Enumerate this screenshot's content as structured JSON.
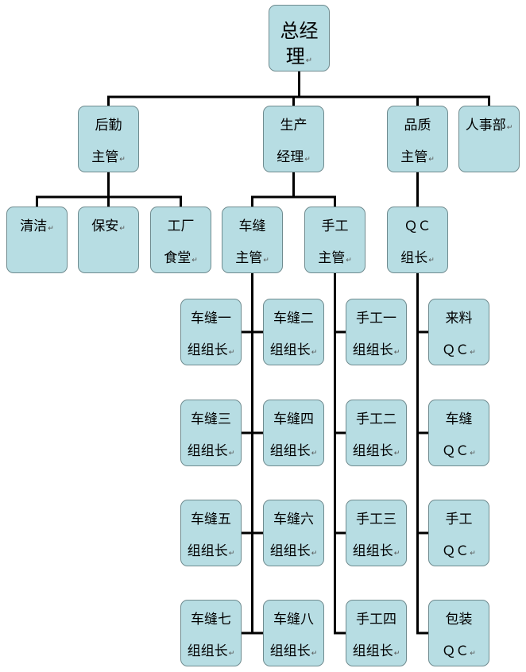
{
  "org_chart": {
    "nodes": {
      "ceo": [
        "总经",
        "理"
      ],
      "logistics_supervisor": [
        "后勤",
        "主管"
      ],
      "production_manager": [
        "生产",
        "经理"
      ],
      "quality_supervisor": [
        "品质",
        "主管"
      ],
      "hr_department": [
        "人事部"
      ],
      "cleaning": [
        "清洁"
      ],
      "security": [
        "保安"
      ],
      "factory_canteen": [
        "工厂",
        "食堂"
      ],
      "sewing_supervisor": [
        "车缝",
        "主管"
      ],
      "handwork_supervisor": [
        "手工",
        "主管"
      ],
      "qc_team_leader": [
        "ＱＣ",
        "组长"
      ],
      "sewing_group_1": [
        "车缝一",
        "组组长"
      ],
      "sewing_group_2": [
        "车缝二",
        "组组长"
      ],
      "sewing_group_3": [
        "车缝三",
        "组组长"
      ],
      "sewing_group_4": [
        "车缝四",
        "组组长"
      ],
      "sewing_group_5": [
        "车缝五",
        "组组长"
      ],
      "sewing_group_6": [
        "车缝六",
        "组组长"
      ],
      "sewing_group_7": [
        "车缝七",
        "组组长"
      ],
      "sewing_group_8": [
        "车缝八",
        "组组长"
      ],
      "handwork_group_1": [
        "手工一",
        "组组长"
      ],
      "handwork_group_2": [
        "手工二",
        "组组长"
      ],
      "handwork_group_3": [
        "手工三",
        "组组长"
      ],
      "handwork_group_4": [
        "手工四",
        "组组长"
      ],
      "incoming_qc": [
        "来料",
        "ＱＣ"
      ],
      "sewing_qc": [
        "车缝",
        "ＱＣ"
      ],
      "handwork_qc": [
        "手工",
        "ＱＣ"
      ],
      "packing_qc": [
        "包装",
        "ＱＣ"
      ]
    },
    "edges": [
      [
        "ceo",
        "logistics_supervisor"
      ],
      [
        "ceo",
        "production_manager"
      ],
      [
        "ceo",
        "quality_supervisor"
      ],
      [
        "ceo",
        "hr_department"
      ],
      [
        "logistics_supervisor",
        "cleaning"
      ],
      [
        "logistics_supervisor",
        "security"
      ],
      [
        "logistics_supervisor",
        "factory_canteen"
      ],
      [
        "production_manager",
        "sewing_supervisor"
      ],
      [
        "production_manager",
        "handwork_supervisor"
      ],
      [
        "quality_supervisor",
        "qc_team_leader"
      ],
      [
        "sewing_supervisor",
        "sewing_group_1"
      ],
      [
        "sewing_supervisor",
        "sewing_group_2"
      ],
      [
        "sewing_supervisor",
        "sewing_group_3"
      ],
      [
        "sewing_supervisor",
        "sewing_group_4"
      ],
      [
        "sewing_supervisor",
        "sewing_group_5"
      ],
      [
        "sewing_supervisor",
        "sewing_group_6"
      ],
      [
        "sewing_supervisor",
        "sewing_group_7"
      ],
      [
        "sewing_supervisor",
        "sewing_group_8"
      ],
      [
        "handwork_supervisor",
        "handwork_group_1"
      ],
      [
        "handwork_supervisor",
        "handwork_group_2"
      ],
      [
        "handwork_supervisor",
        "handwork_group_3"
      ],
      [
        "handwork_supervisor",
        "handwork_group_4"
      ],
      [
        "qc_team_leader",
        "incoming_qc"
      ],
      [
        "qc_team_leader",
        "sewing_qc"
      ],
      [
        "qc_team_leader",
        "handwork_qc"
      ],
      [
        "qc_team_leader",
        "packing_qc"
      ]
    ],
    "paragraph_mark": "↵",
    "colors": {
      "box_fill": "#b7dde3",
      "box_border": "#6f8b8f",
      "connector": "#000000",
      "text": "#000000"
    }
  }
}
